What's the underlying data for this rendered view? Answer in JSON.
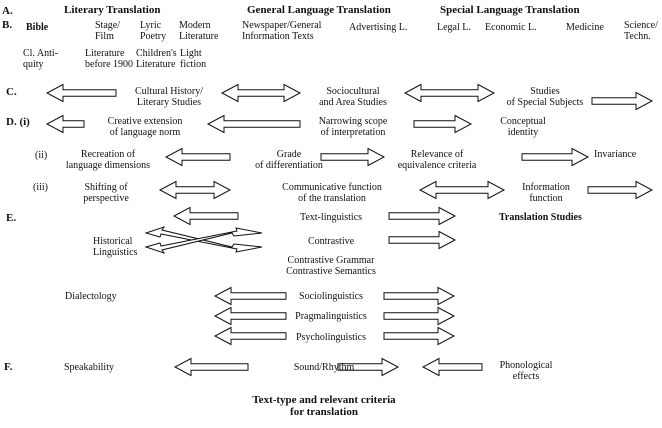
{
  "section_a": {
    "marker": "A.",
    "literary": "Literary Translation",
    "general": "General Language Translation",
    "special": "Special Language Translation"
  },
  "section_b": {
    "marker": "B.",
    "bible": "Bible",
    "stage": "Stage/\nFilm",
    "lyric": "Lyric\nPoetry",
    "modern": "Modern\nLiterature",
    "newspaper": "Newspaper/General\nInformation Texts",
    "advertising": "Advertising L.",
    "legal": "Legal L.",
    "economic": "Economic L.",
    "medicine": "Medicine",
    "science": "Science/\nTechn.",
    "antiquity": "Cl. Anti-\nquity",
    "lit1900": "Literature\nbefore 1900",
    "children": "Children's\nLiterature",
    "light": "Light\nfiction"
  },
  "section_c": {
    "marker": "C.",
    "cultural": "Cultural History/\nLiterary Studies",
    "socio": "Sociocultural\nand Area Studies",
    "studies": "Studies\nof Special Subjects"
  },
  "section_d": {
    "marker": "D. (i)",
    "i_creative": "Creative extension\nof language norm",
    "i_narrowing": "Narrowing scope\nof interpretation",
    "i_conceptual": "Conceptual\nidentity",
    "ii_marker": "(ii)",
    "ii_recreation": "Recreation of\nlanguage dimensions",
    "ii_grade": "Grade\nof differentiation",
    "ii_relevance": "Relevance of\nequivalence criteria",
    "ii_invariance": "Invariance",
    "iii_marker": "(iii)",
    "iii_shifting": "Shifting of\nperspective",
    "iii_communicative": "Communicative function\nof the translation",
    "iii_information": "Information\nfunction"
  },
  "section_e": {
    "marker": "E.",
    "textling": "Text-linguistics",
    "translation_studies": "Translation Studies",
    "historical": "Historical\nLinguistics",
    "contrastive": "Contrastive",
    "contrastive_grammar": "Contrastive Grammar\nContrastive Semantics",
    "dialectology": "Dialectology",
    "socioling": "Sociolinguistics",
    "pragmaling": "Pragmalinguistics",
    "psycholing": "Psycholinguistics"
  },
  "section_f": {
    "marker": "F.",
    "speakability": "Speakability",
    "sound": "Sound/Rhythm",
    "phonological": "Phonological\neffects"
  },
  "caption": {
    "title": "Text-type and relevant criteria\nfor translation"
  }
}
